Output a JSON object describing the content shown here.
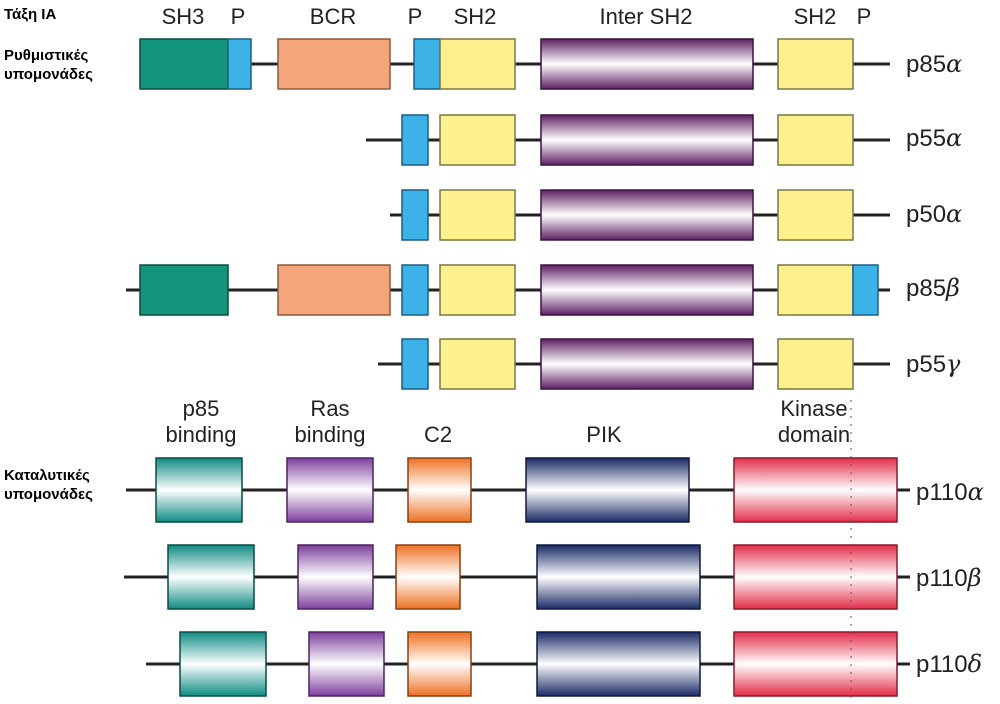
{
  "class_label": "Τάξη ΙΑ",
  "regulatory_label": [
    "Ρυθμιστικές",
    "υπομονάδες"
  ],
  "catalytic_label": [
    "Καταλυτικές",
    "υπομονάδες"
  ],
  "regulatory_headers": {
    "sh3": "SH3",
    "p1": "P",
    "bcr": "BCR",
    "p2": "P",
    "sh2a": "SH2",
    "inter": "Inter SH2",
    "sh2b": "SH2",
    "p3": "P"
  },
  "catalytic_headers": {
    "p85_binding": [
      "p85",
      "binding"
    ],
    "ras_binding": [
      "Ras",
      "binding"
    ],
    "c2": "C2",
    "pik": "PIK",
    "kinase": [
      "Kinase",
      "domain"
    ]
  },
  "regulatory_proteins": [
    {
      "prefix": "p85",
      "greek": "α"
    },
    {
      "prefix": "p55",
      "greek": "α"
    },
    {
      "prefix": "p50",
      "greek": "α"
    },
    {
      "prefix": "p85",
      "greek": "β"
    },
    {
      "prefix": "p55",
      "greek": "γ"
    }
  ],
  "catalytic_proteins": [
    {
      "prefix": "p110",
      "greek": "α"
    },
    {
      "prefix": "p110",
      "greek": "β"
    },
    {
      "prefix": "p110",
      "greek": "δ"
    }
  ],
  "colors": {
    "sh3": "#12957a",
    "p_box": "#3bb3e6",
    "bcr": "#f5a57a",
    "sh2": "#fdf18d",
    "inter_sh2": "#6b2a6e",
    "p85_binding": "#12958a",
    "ras_binding": "#8a4fa6",
    "c2": "#f07a2a",
    "pik": "#1f2f6e",
    "kinase": "#e8344e",
    "line": "#222222"
  }
}
